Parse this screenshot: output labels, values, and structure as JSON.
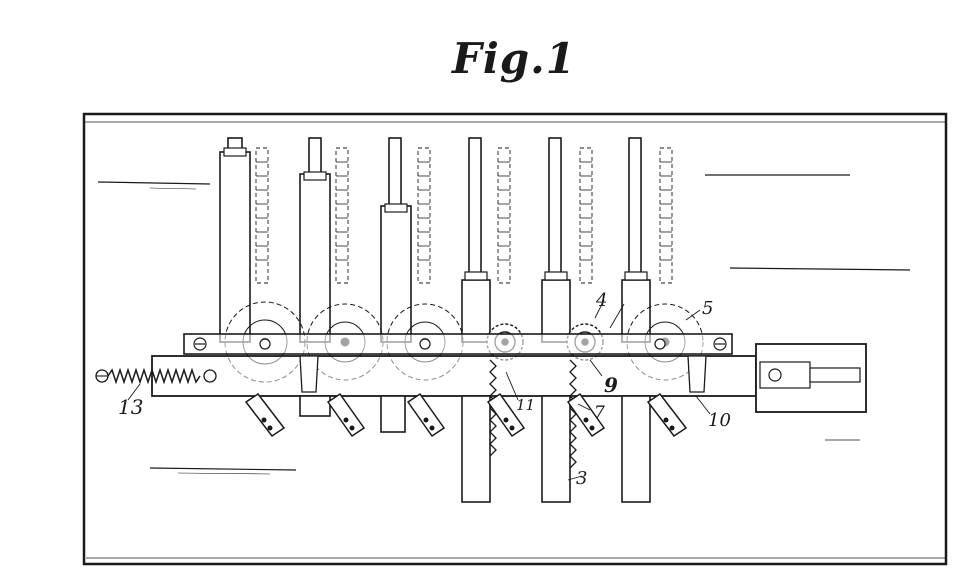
{
  "figure": {
    "title": "Fig.1",
    "labels": {
      "l3": "3",
      "l4": "4",
      "l5": "5",
      "l7": "7",
      "l9": "9",
      "l10": "10",
      "l11": "11",
      "l13": "13"
    }
  },
  "colors": {
    "ink": "#1a1a1a",
    "paper": "#ffffff"
  }
}
